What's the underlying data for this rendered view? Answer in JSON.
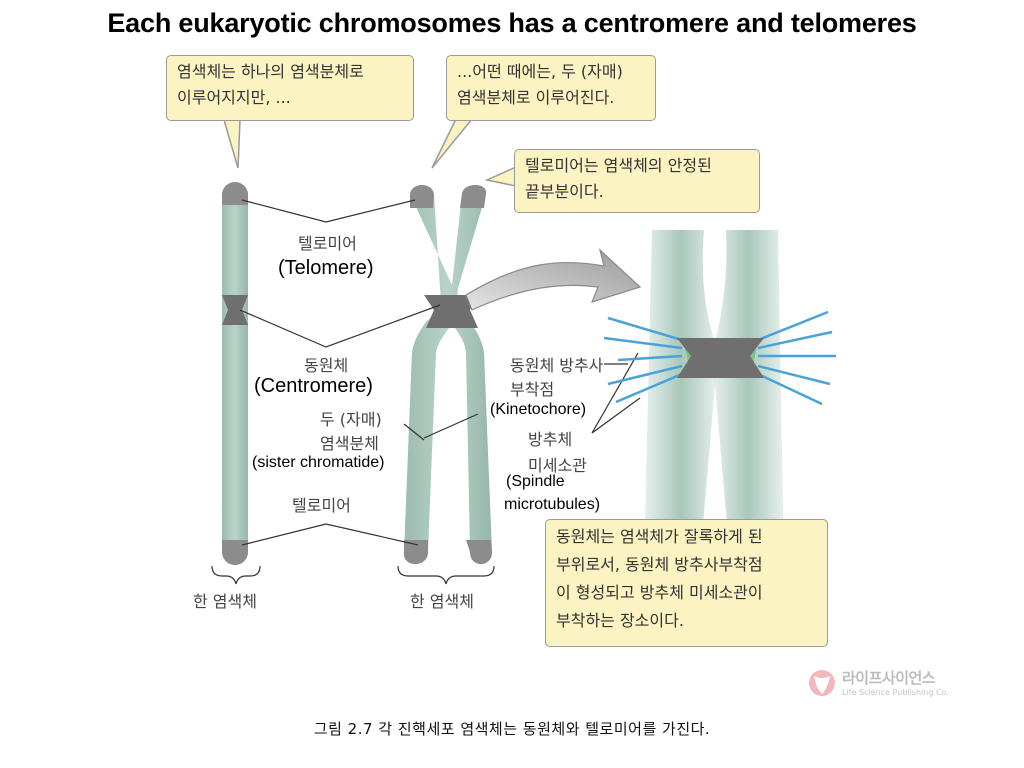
{
  "title": "Each eukaryotic chromosomes has a centromere and telomeres",
  "bubbles": {
    "b1": [
      "염색체는 하나의 염색분체로",
      "이루어지지만, ..."
    ],
    "b2": [
      "...어떤 때에는, 두 (자매)",
      "염색분체로 이루어진다."
    ],
    "b3": [
      "텔로미어는 염색체의 안정된",
      "끝부분이다."
    ],
    "b4": [
      "동원체는 염색체가 잘록하게 된",
      "부위로서, 동원체 방추사부착점",
      "이 형성되고 방추체 미세소관이",
      "부착하는 장소이다."
    ]
  },
  "labels": {
    "telomere_ko": "텔로미어",
    "telomere_en": "(Telomere)",
    "centromere_ko": "동원체",
    "centromere_en": "(Centromere)",
    "sister_ko_1": "두 (자매)",
    "sister_ko_2": "염색분체",
    "sister_en": "(sister chromatide)",
    "telomere_bottom_ko": "텔로미어",
    "one_chromosome_left": "한 염색체",
    "one_chromosome_right": "한 염색체",
    "kinetochore_ko_1": "동원체 방추사",
    "kinetochore_ko_2": "부착점",
    "kinetochore_en": "(Kinetochore)",
    "spindle_ko_1": "방추체",
    "spindle_ko_2": "미세소관",
    "spindle_en_1": "(Spindle",
    "spindle_en_2": "microtubules)"
  },
  "logo": {
    "name": "라이프사이언스",
    "sub": "Life Science Publishing Co."
  },
  "caption": "그림 2.7 각 진핵세포 염색체는 동원체와 텔로미어를 가진다.",
  "colors": {
    "chromatid": "#a3c3b7",
    "telomere_cap": "#8c8c8c",
    "centromere": "#6f6f6f",
    "bubble_fill": "#fbf3c1",
    "spindle": "#4aa3d8"
  }
}
